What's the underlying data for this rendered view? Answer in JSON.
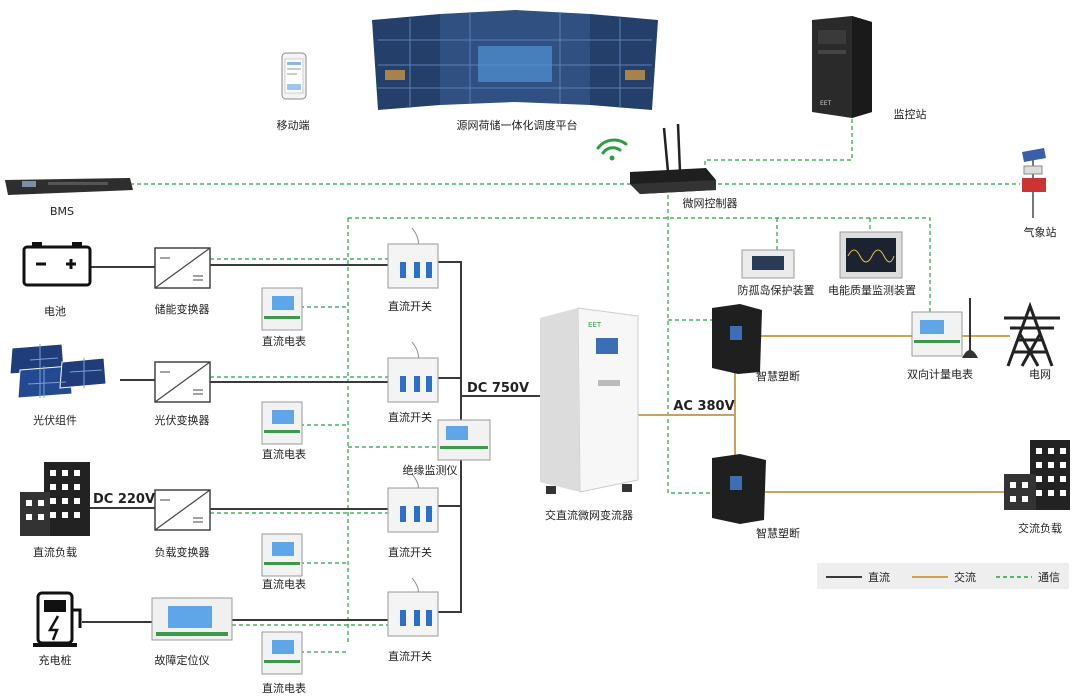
{
  "labels": {
    "mobile": "移动端",
    "platform": "源网荷储一体化调度平台",
    "monitor_station": "监控站",
    "bms": "BMS",
    "controller": "微网控制器",
    "weather": "气象站",
    "battery": "电池",
    "storage_conv": "储能变换器",
    "pv": "光伏组件",
    "pv_conv": "光伏变换器",
    "dc_load": "直流负载",
    "load_conv": "负载变换器",
    "charger": "充电桩",
    "fault_locator": "故障定位仪",
    "dc_switch_1": "直流开关",
    "dc_switch_2": "直流开关",
    "dc_switch_3": "直流开关",
    "dc_switch_4": "直流开关",
    "dc_meter_1": "直流电表",
    "dc_meter_2": "直流电表",
    "dc_meter_3": "直流电表",
    "dc_meter_4": "直流电表",
    "insulation": "绝缘监测仪",
    "converter": "交直流微网变流器",
    "anti_island": "防孤岛保护装置",
    "pq_monitor": "电能质量监测装置",
    "breaker_1": "智慧塑断",
    "breaker_2": "智慧塑断",
    "bi_meter": "双向计量电表",
    "grid": "电网",
    "ac_load": "交流负载",
    "dc750": "DC 750V",
    "ac380": "AC 380V",
    "dc220": "DC 220V",
    "converter_brand": "EET"
  },
  "legend": {
    "dc": "直流",
    "ac": "交流",
    "comm": "通信"
  },
  "colors": {
    "dc": "#3a3a3a",
    "ac": "#c9a35a",
    "comm": "#27a244",
    "wifi": "#2c9c45"
  },
  "icons": [
    "battery-icon",
    "pv-panel-icon",
    "building-icon",
    "charging-pile-icon",
    "pylon-icon",
    "router-icon",
    "server-icon",
    "phone-icon",
    "weather-station-icon",
    "switch-icon",
    "meter-icon",
    "breaker-icon",
    "converter-icon"
  ]
}
